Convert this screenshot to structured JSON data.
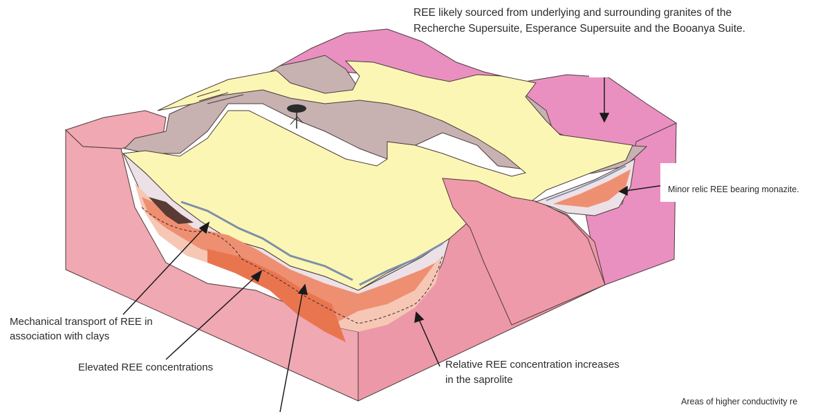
{
  "figure": {
    "callouts": {
      "source_line1": "REE likely sourced from underlying and surrounding granites of the",
      "source_line2": "Recherche Supersuite,  Esperance Supersuite and the Booanya Suite.",
      "monazite": "Minor relic REE bearing monazite.",
      "transport_line1": "Mechanical transport of REE  in",
      "transport_line2": "association with clays",
      "elevated": "Elevated REE concentrations",
      "relative_line1": "Relative REE concentration increases",
      "relative_line2": "in the saprolite",
      "conductivity": "Areas of higher conductivity re"
    },
    "colors": {
      "granite_pink": "#f0a8b3",
      "granite_magenta": "#e990c1",
      "surface_yellow": "#fbf6b4",
      "regolith_taupe": "#c7b1b1",
      "clay_white": "#ece1e6",
      "saprolite_peach": "#f6c7b5",
      "ree_orange": "#ef8f72",
      "ree_deep": "#e9754f",
      "channel_blue": "#7d8fa8",
      "outline": "#4a3a3a"
    }
  }
}
